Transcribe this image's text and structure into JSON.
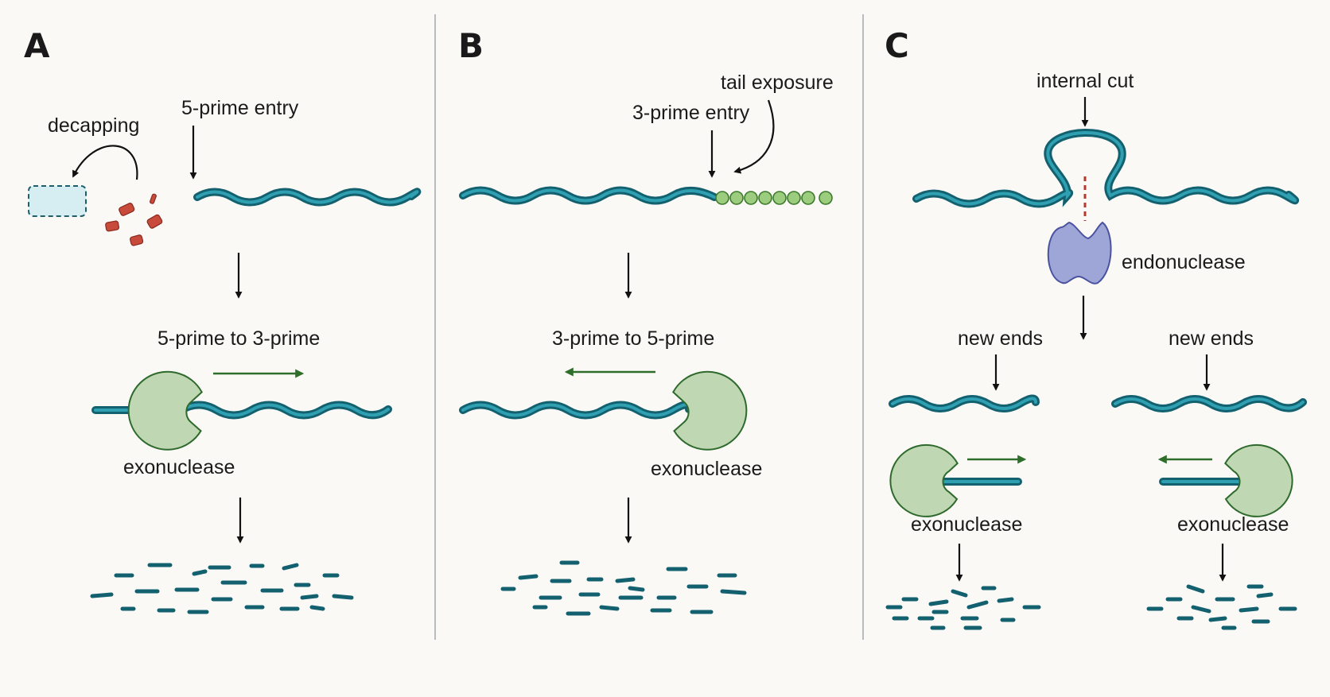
{
  "panels": {
    "a": {
      "letter": "A",
      "decapping": "decapping",
      "entry": "5-prime entry",
      "direction": "5-prime to 3-prime",
      "enzyme": "exonuclease"
    },
    "b": {
      "letter": "B",
      "tail": "tail exposure",
      "entry": "3-prime entry",
      "direction": "3-prime to 5-prime",
      "enzyme": "exonuclease"
    },
    "c": {
      "letter": "C",
      "cut": "internal cut",
      "endo": "endonuclease",
      "new_ends_left": "new ends",
      "new_ends_right": "new ends",
      "enzyme_left": "exonuclease",
      "enzyme_right": "exonuclease"
    }
  },
  "colors": {
    "rna": "#13606f",
    "exonuclease": "#bfd7b3",
    "endonuclease": "#9ea6d8",
    "cap": "#c84a3a",
    "poly_a": "#9ccc7d"
  }
}
